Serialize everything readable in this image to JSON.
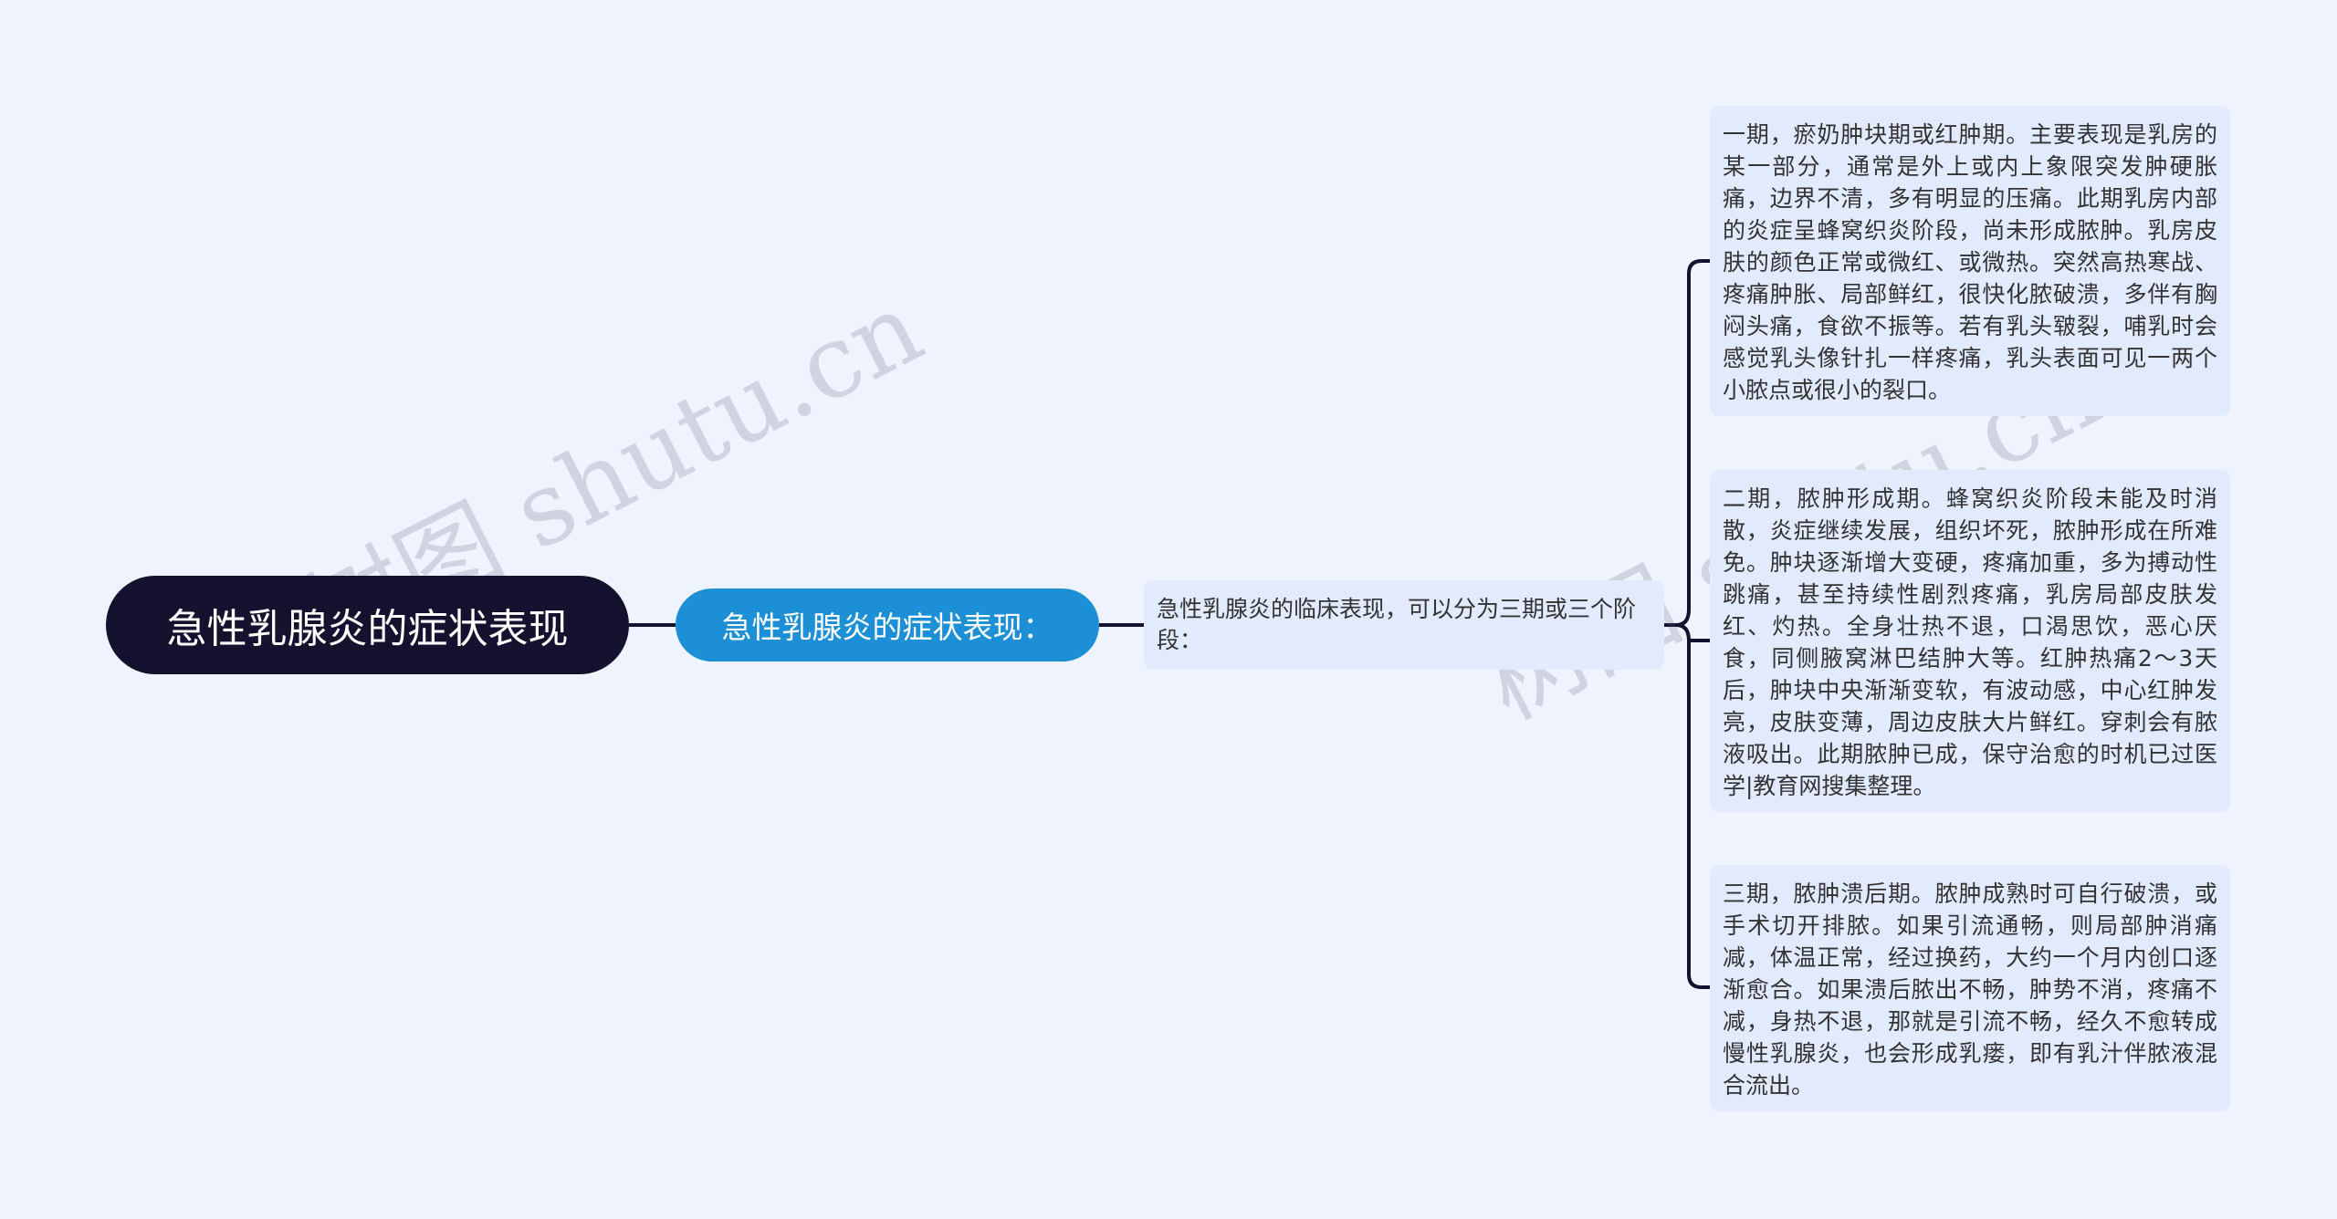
{
  "mindmap": {
    "root": "急性乳腺炎的症状表现",
    "branch": "急性乳腺炎的症状表现：",
    "mid": "急性乳腺炎的临床表现，可以分为三期或三个阶段：",
    "leaves": [
      "一期，瘀奶肿块期或红肿期。主要表现是乳房的某一部分，通常是外上或内上象限突发肿硬胀痛，边界不清，多有明显的压痛。此期乳房内部的炎症呈蜂窝织炎阶段，尚未形成脓肿。乳房皮肤的颜色正常或微红、或微热。突然高热寒战、疼痛肿胀、局部鲜红，很快化脓破溃，多伴有胸闷头痛，食欲不振等。若有乳头皲裂，哺乳时会感觉乳头像针扎一样疼痛，乳头表面可见一两个小脓点或很小的裂口。",
      "二期，脓肿形成期。蜂窝织炎阶段未能及时消散，炎症继续发展，组织坏死，脓肿形成在所难免。肿块逐渐增大变硬，疼痛加重，多为搏动性跳痛，甚至持续性剧烈疼痛，乳房局部皮肤发红、灼热。全身壮热不退，口渴思饮，恶心厌食，同侧腋窝淋巴结肿大等。红肿热痛2～3天后，肿块中央渐渐变软，有波动感，中心红肿发亮，皮肤变薄，周边皮肤大片鲜红。穿刺会有脓液吸出。此期脓肿已成，保守治愈的时机已过医学|教育网搜集整理。",
      "三期，脓肿溃后期。脓肿成熟时可自行破溃，或手术切开排脓。如果引流通畅，则局部肿消痛减，体温正常，经过换药，大约一个月内创口逐渐愈合。如果溃后脓出不畅，肿势不消，疼痛不减，身热不退，那就是引流不畅，经久不愈转成慢性乳腺炎，也会形成乳瘘，即有乳汁伴脓液混合流出。"
    ]
  },
  "watermarks": [
    "树图 shutu.cn",
    "树图 shutu.cn"
  ],
  "colors": {
    "background": "#eef3fe",
    "root_fill": "#14122f",
    "branch_fill": "#1d8fd6",
    "card_fill": "#e2eafd",
    "connector": "#14122f",
    "text": "#333333"
  }
}
